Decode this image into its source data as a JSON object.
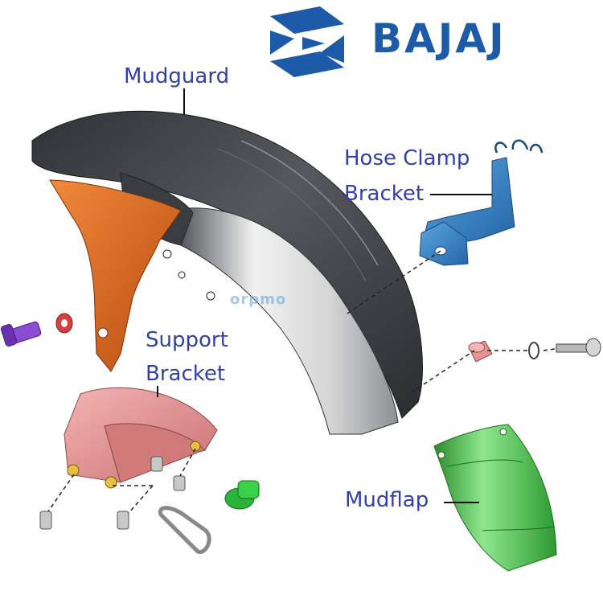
{
  "brand": {
    "name": "BAJAJ",
    "color": "#1d5aa8"
  },
  "watermark": "orpmo",
  "labels": {
    "mudguard": "Mudguard",
    "hose_clamp_bracket_line1": "Hose Clamp",
    "hose_clamp_bracket_line2": "Bracket",
    "support_bracket_line1": "Support",
    "support_bracket_line2": "Bracket",
    "mudflap": "Mudflap"
  },
  "colors": {
    "label_text": "#3340a8",
    "mudguard_dark": "#3a3d40",
    "mudguard_light": "#e6e6e6",
    "inner_bracket": "#e0641c",
    "hose_clamp_bracket": "#3c86c8",
    "support_bracket": "#e69a9a",
    "mudflap": "#4cc04c",
    "grommet": "#2bb43c",
    "bolt_purple": "#8a4cd0",
    "washer_red": "#d84040",
    "spacer_pink": "#e89494"
  }
}
